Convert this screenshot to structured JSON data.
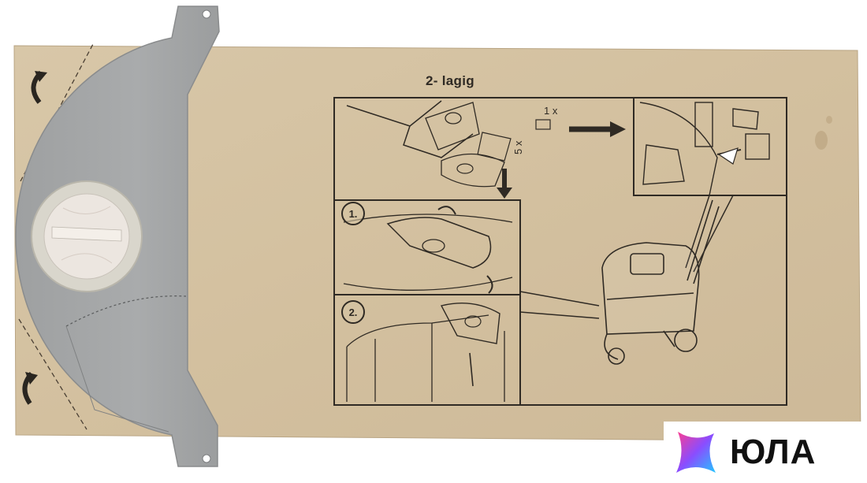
{
  "instructions": {
    "layer_label": "2- lagig",
    "quantity_one": "1 x",
    "quantity_five": "5 x",
    "step_one": "1.",
    "step_two": "2."
  },
  "watermark": {
    "brand": "ЮЛА",
    "icon": "star-logo-icon",
    "gradient_colors": [
      "#ff3d8e",
      "#8a4dff",
      "#23c6ff"
    ]
  },
  "colors": {
    "paper_bag": "#d6c4a4",
    "cardboard": "#a5a7a8",
    "ink": "#2f2a24"
  }
}
